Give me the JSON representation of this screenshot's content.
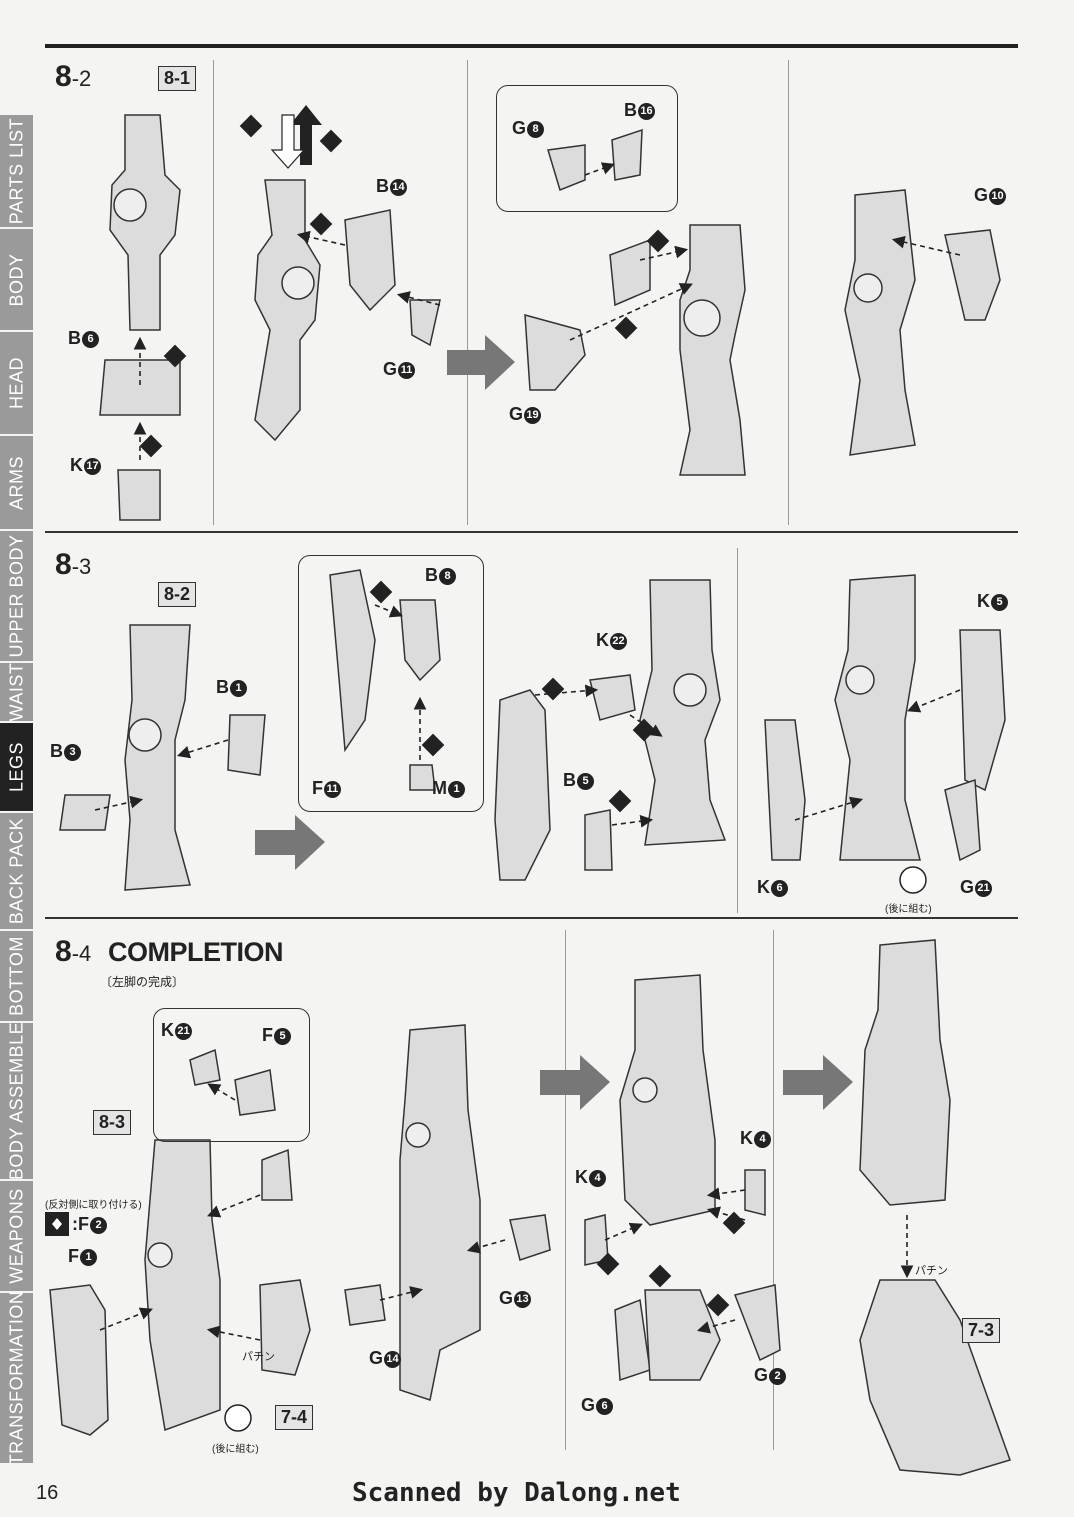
{
  "sidebar_tabs": [
    {
      "label": "PARTS LIST"
    },
    {
      "label": "BODY"
    },
    {
      "label": "HEAD"
    },
    {
      "label": "ARMS"
    },
    {
      "label": "UPPER BODY"
    },
    {
      "label": "WAIST"
    },
    {
      "label": "LEGS"
    },
    {
      "label": "BACK PACK"
    },
    {
      "label": "BOTTOM"
    },
    {
      "label": "BODY ASSEMBLE"
    },
    {
      "label": "WEAPONS"
    },
    {
      "label": "TRANSFORMATION"
    }
  ],
  "steps": {
    "s82": {
      "major": "8",
      "minor": "-2",
      "ref": "8-1"
    },
    "s83": {
      "major": "8",
      "minor": "-3",
      "ref": "8-2"
    },
    "s84": {
      "major": "8",
      "minor": "-4",
      "ref": "8-3",
      "title": "COMPLETION",
      "subtitle": "〔左脚の完成〕",
      "ref2": "7-4",
      "ref3": "7-3"
    }
  },
  "parts_s82": {
    "b6": {
      "l": "B",
      "n": "6"
    },
    "k17": {
      "l": "K",
      "n": "17"
    },
    "b14": {
      "l": "B",
      "n": "14"
    },
    "g11": {
      "l": "G",
      "n": "11"
    },
    "g8": {
      "l": "G",
      "n": "8"
    },
    "b16": {
      "l": "B",
      "n": "16"
    },
    "g19": {
      "l": "G",
      "n": "19"
    },
    "g10": {
      "l": "G",
      "n": "10"
    }
  },
  "parts_s83": {
    "b1": {
      "l": "B",
      "n": "1"
    },
    "b3": {
      "l": "B",
      "n": "3"
    },
    "b8": {
      "l": "B",
      "n": "8"
    },
    "f11": {
      "l": "F",
      "n": "11"
    },
    "m1": {
      "l": "M",
      "n": "1"
    },
    "k22": {
      "l": "K",
      "n": "22"
    },
    "b5": {
      "l": "B",
      "n": "5"
    },
    "k5": {
      "l": "K",
      "n": "5"
    },
    "k6": {
      "l": "K",
      "n": "6"
    },
    "g21": {
      "l": "G",
      "n": "21"
    }
  },
  "parts_s84": {
    "k21": {
      "l": "K",
      "n": "21"
    },
    "f5": {
      "l": "F",
      "n": "5"
    },
    "f2": {
      "l": ":F",
      "n": "2"
    },
    "f1": {
      "l": "F",
      "n": "1"
    },
    "g13": {
      "l": "G",
      "n": "13"
    },
    "g14": {
      "l": "G",
      "n": "14"
    },
    "k4a": {
      "l": "K",
      "n": "4"
    },
    "k4b": {
      "l": "K",
      "n": "4"
    },
    "g6": {
      "l": "G",
      "n": "6"
    },
    "g2": {
      "l": "G",
      "n": "2"
    }
  },
  "notes": {
    "later": "(後に組む)",
    "opposite": "(反対側に取り付ける)",
    "pachin": "パチン"
  },
  "footer": {
    "page_number": "16",
    "credit": "Scanned by Dalong.net"
  }
}
